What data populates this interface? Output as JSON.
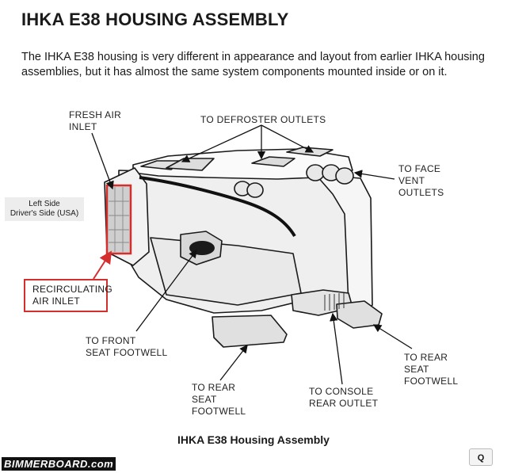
{
  "page": {
    "title": "IHKA E38 HOUSING ASSEMBLY",
    "intro": "The IHKA E38 housing is very different in appearance and layout from earlier IHKA housing assemblies, but it has almost the same system components mounted inside or on it."
  },
  "diagram": {
    "labels": {
      "fresh_air_inlet_1": "FRESH AIR",
      "fresh_air_inlet_2": "INLET",
      "defroster": "TO DEFROSTER OUTLETS",
      "face_vent_1": "TO FACE",
      "face_vent_2": "VENT",
      "face_vent_3": "OUTLETS",
      "left_side_1": "Left Side",
      "left_side_2": "Driver's Side (USA)",
      "recirc_1": "RECIRCULATING",
      "recirc_2": "AIR INLET",
      "front_footwell_1": "TO FRONT",
      "front_footwell_2": "SEAT FOOTWELL",
      "rear_footwell_left_1": "TO REAR",
      "rear_footwell_left_2": "SEAT",
      "rear_footwell_left_3": "FOOTWELL",
      "console_1": "TO CONSOLE",
      "console_2": "REAR OUTLET",
      "rear_footwell_right_1": "TO REAR",
      "rear_footwell_right_2": "SEAT",
      "rear_footwell_right_3": "FOOTWELL"
    },
    "caption": "IHKA E38 Housing Assembly",
    "highlight_color": "#d32f2f"
  },
  "footer": {
    "logo_text": "BIMMERBOARD.com",
    "corner_button": "Q"
  }
}
